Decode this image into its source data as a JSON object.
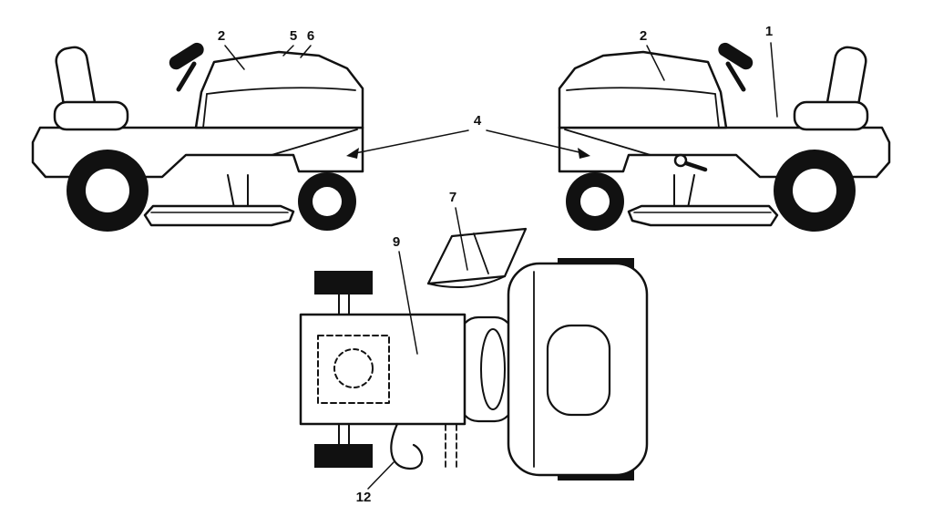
{
  "figure": {
    "background": "#ffffff",
    "line_color": "#111111",
    "callouts": [
      {
        "id": "left-hood",
        "label": "2"
      },
      {
        "id": "left-hood-top-a",
        "label": "5"
      },
      {
        "id": "left-hood-top-b",
        "label": "6"
      },
      {
        "id": "center-frame",
        "label": "4"
      },
      {
        "id": "right-hood",
        "label": "2"
      },
      {
        "id": "right-fender",
        "label": "1"
      },
      {
        "id": "top-chute",
        "label": "7"
      },
      {
        "id": "top-engine",
        "label": "9"
      },
      {
        "id": "top-cable",
        "label": "12"
      }
    ]
  }
}
